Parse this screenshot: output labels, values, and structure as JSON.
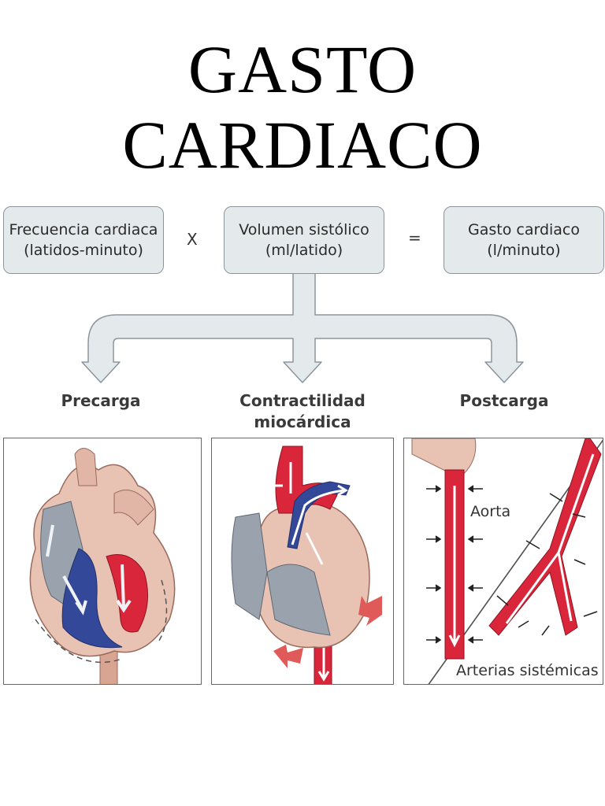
{
  "title": "GASTO CARDIACO",
  "formula": {
    "box1": {
      "line1": "Frecuencia cardiaca",
      "line2": "(latidos-minuto)"
    },
    "op1": "X",
    "box2": {
      "line1": "Volumen sistólico",
      "line2": "(ml/latido)"
    },
    "op2": "=",
    "box3": {
      "line1": "Gasto cardiaco",
      "line2": "(l/minuto)"
    }
  },
  "branches": {
    "left": "Precarga",
    "middle": {
      "line1": "Contractilidad",
      "line2": "miocárdica"
    },
    "right": "Postcarga"
  },
  "panels": {
    "postcarga": {
      "aorta_label": "Aorta",
      "arteries_label": "Arterias sistémicas"
    }
  }
}
